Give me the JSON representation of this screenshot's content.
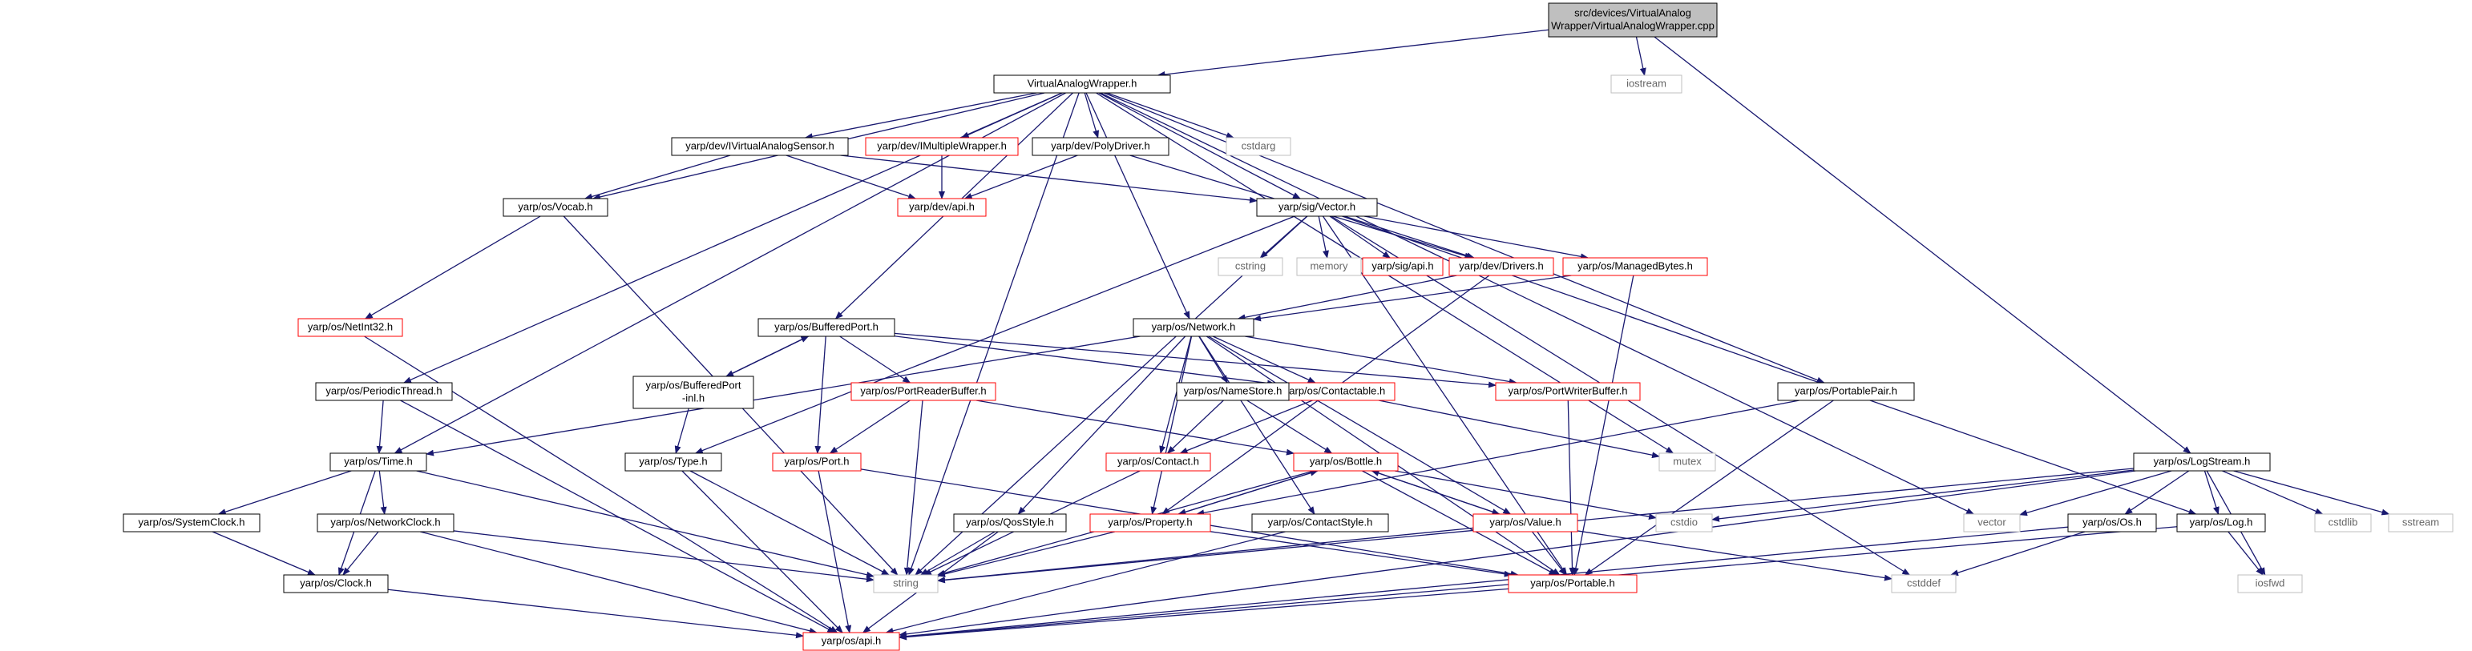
{
  "nodes": [
    {
      "id": "root",
      "lines": [
        "src/devices/VirtualAnalog",
        "Wrapper/VirtualAnalogWrapper.cpp"
      ],
      "kind": "root"
    },
    {
      "id": "vaw",
      "lines": [
        "VirtualAnalogWrapper.h"
      ],
      "kind": "ok"
    },
    {
      "id": "iostream",
      "lines": [
        "iostream"
      ],
      "kind": "sys"
    },
    {
      "id": "logstream",
      "lines": [
        "yarp/os/LogStream.h"
      ],
      "kind": "ok"
    },
    {
      "id": "ivas",
      "lines": [
        "yarp/dev/IVirtualAnalogSensor.h"
      ],
      "kind": "ok"
    },
    {
      "id": "imw",
      "lines": [
        "yarp/dev/IMultipleWrapper.h"
      ],
      "kind": "bad"
    },
    {
      "id": "polydriver",
      "lines": [
        "yarp/dev/PolyDriver.h"
      ],
      "kind": "ok"
    },
    {
      "id": "cstdarg",
      "lines": [
        "cstdarg"
      ],
      "kind": "sys"
    },
    {
      "id": "vocab",
      "lines": [
        "yarp/os/Vocab.h"
      ],
      "kind": "ok"
    },
    {
      "id": "devapi",
      "lines": [
        "yarp/dev/api.h"
      ],
      "kind": "bad"
    },
    {
      "id": "vector_h",
      "lines": [
        "yarp/sig/Vector.h"
      ],
      "kind": "ok"
    },
    {
      "id": "cstring",
      "lines": [
        "cstring"
      ],
      "kind": "sys"
    },
    {
      "id": "memory",
      "lines": [
        "memory"
      ],
      "kind": "sys"
    },
    {
      "id": "sigapi",
      "lines": [
        "yarp/sig/api.h"
      ],
      "kind": "bad"
    },
    {
      "id": "drivers",
      "lines": [
        "yarp/dev/Drivers.h"
      ],
      "kind": "bad"
    },
    {
      "id": "managedbytes",
      "lines": [
        "yarp/os/ManagedBytes.h"
      ],
      "kind": "bad"
    },
    {
      "id": "netint32",
      "lines": [
        "yarp/os/NetInt32.h"
      ],
      "kind": "bad"
    },
    {
      "id": "bufferedport",
      "lines": [
        "yarp/os/BufferedPort.h"
      ],
      "kind": "ok"
    },
    {
      "id": "network",
      "lines": [
        "yarp/os/Network.h"
      ],
      "kind": "ok"
    },
    {
      "id": "periodicthread",
      "lines": [
        "yarp/os/PeriodicThread.h"
      ],
      "kind": "ok"
    },
    {
      "id": "bpinl",
      "lines": [
        "yarp/os/BufferedPort",
        "-inl.h"
      ],
      "kind": "ok"
    },
    {
      "id": "portreaderbuffer",
      "lines": [
        "yarp/os/PortReaderBuffer.h"
      ],
      "kind": "bad"
    },
    {
      "id": "contactable",
      "lines": [
        "yarp/os/Contactable.h"
      ],
      "kind": "bad"
    },
    {
      "id": "nameStore",
      "lines": [
        "yarp/os/NameStore.h"
      ],
      "kind": "ok"
    },
    {
      "id": "portwriterbuffer",
      "lines": [
        "yarp/os/PortWriterBuffer.h"
      ],
      "kind": "bad"
    },
    {
      "id": "portablepair",
      "lines": [
        "yarp/os/PortablePair.h"
      ],
      "kind": "ok"
    },
    {
      "id": "time",
      "lines": [
        "yarp/os/Time.h"
      ],
      "kind": "ok"
    },
    {
      "id": "type",
      "lines": [
        "yarp/os/Type.h"
      ],
      "kind": "ok"
    },
    {
      "id": "port",
      "lines": [
        "yarp/os/Port.h"
      ],
      "kind": "bad"
    },
    {
      "id": "contact",
      "lines": [
        "yarp/os/Contact.h"
      ],
      "kind": "bad"
    },
    {
      "id": "bottle",
      "lines": [
        "yarp/os/Bottle.h"
      ],
      "kind": "bad"
    },
    {
      "id": "mutex",
      "lines": [
        "mutex"
      ],
      "kind": "sys"
    },
    {
      "id": "systemclock",
      "lines": [
        "yarp/os/SystemClock.h"
      ],
      "kind": "ok"
    },
    {
      "id": "networkclock",
      "lines": [
        "yarp/os/NetworkClock.h"
      ],
      "kind": "ok"
    },
    {
      "id": "qosstyle",
      "lines": [
        "yarp/os/QosStyle.h"
      ],
      "kind": "ok"
    },
    {
      "id": "property",
      "lines": [
        "yarp/os/Property.h"
      ],
      "kind": "bad"
    },
    {
      "id": "contactstyle",
      "lines": [
        "yarp/os/ContactStyle.h"
      ],
      "kind": "ok"
    },
    {
      "id": "value",
      "lines": [
        "yarp/os/Value.h"
      ],
      "kind": "bad"
    },
    {
      "id": "cstdio",
      "lines": [
        "cstdio"
      ],
      "kind": "sys"
    },
    {
      "id": "vector",
      "lines": [
        "vector"
      ],
      "kind": "sys"
    },
    {
      "id": "os",
      "lines": [
        "yarp/os/Os.h"
      ],
      "kind": "ok"
    },
    {
      "id": "log",
      "lines": [
        "yarp/os/Log.h"
      ],
      "kind": "ok"
    },
    {
      "id": "cstdlib",
      "lines": [
        "cstdlib"
      ],
      "kind": "sys"
    },
    {
      "id": "sstream",
      "lines": [
        "sstream"
      ],
      "kind": "sys"
    },
    {
      "id": "clock",
      "lines": [
        "yarp/os/Clock.h"
      ],
      "kind": "ok"
    },
    {
      "id": "string",
      "lines": [
        "string"
      ],
      "kind": "sys"
    },
    {
      "id": "portable",
      "lines": [
        "yarp/os/Portable.h"
      ],
      "kind": "bad"
    },
    {
      "id": "cstddef",
      "lines": [
        "cstddef"
      ],
      "kind": "sys"
    },
    {
      "id": "iosfwd",
      "lines": [
        "iosfwd"
      ],
      "kind": "sys"
    },
    {
      "id": "osapi",
      "lines": [
        "yarp/os/api.h"
      ],
      "kind": "bad"
    }
  ],
  "edges": [
    [
      "root",
      "vaw"
    ],
    [
      "root",
      "iostream"
    ],
    [
      "root",
      "logstream"
    ],
    [
      "vaw",
      "ivas"
    ],
    [
      "vaw",
      "imw"
    ],
    [
      "vaw",
      "polydriver"
    ],
    [
      "vaw",
      "cstdarg"
    ],
    [
      "vaw",
      "vocab"
    ],
    [
      "vaw",
      "vector_h"
    ],
    [
      "vaw",
      "bufferedport"
    ],
    [
      "vaw",
      "network"
    ],
    [
      "vaw",
      "periodicthread"
    ],
    [
      "vaw",
      "time"
    ],
    [
      "vaw",
      "string"
    ],
    [
      "vaw",
      "portablepair"
    ],
    [
      "vaw",
      "mutex"
    ],
    [
      "vaw",
      "vector"
    ],
    [
      "ivas",
      "vocab"
    ],
    [
      "ivas",
      "devapi"
    ],
    [
      "ivas",
      "vector_h"
    ],
    [
      "imw",
      "devapi"
    ],
    [
      "polydriver",
      "devapi"
    ],
    [
      "polydriver",
      "drivers"
    ],
    [
      "vocab",
      "netint32"
    ],
    [
      "vocab",
      "string"
    ],
    [
      "vector_h",
      "cstring"
    ],
    [
      "vector_h",
      "memory"
    ],
    [
      "vector_h",
      "sigapi"
    ],
    [
      "vector_h",
      "drivers"
    ],
    [
      "vector_h",
      "managedbytes"
    ],
    [
      "vector_h",
      "type"
    ],
    [
      "vector_h",
      "string"
    ],
    [
      "vector_h",
      "cstddef"
    ],
    [
      "vector_h",
      "portable"
    ],
    [
      "vector_h",
      "log"
    ],
    [
      "drivers",
      "network"
    ],
    [
      "drivers",
      "property"
    ],
    [
      "managedbytes",
      "network"
    ],
    [
      "managedbytes",
      "portable"
    ],
    [
      "netint32",
      "osapi"
    ],
    [
      "bufferedport",
      "bpinl"
    ],
    [
      "bufferedport",
      "portreaderbuffer"
    ],
    [
      "bufferedport",
      "contactable"
    ],
    [
      "bufferedport",
      "port"
    ],
    [
      "bufferedport",
      "portwriterbuffer"
    ],
    [
      "bpinl",
      "bufferedport"
    ],
    [
      "bpinl",
      "type"
    ],
    [
      "network",
      "time"
    ],
    [
      "network",
      "nameStore"
    ],
    [
      "network",
      "contact"
    ],
    [
      "network",
      "contactable"
    ],
    [
      "network",
      "property"
    ],
    [
      "network",
      "qosstyle"
    ],
    [
      "network",
      "contactstyle"
    ],
    [
      "network",
      "value"
    ],
    [
      "network",
      "portable"
    ],
    [
      "network",
      "portwriterbuffer"
    ],
    [
      "periodicthread",
      "time"
    ],
    [
      "periodicthread",
      "osapi"
    ],
    [
      "portreaderbuffer",
      "port"
    ],
    [
      "portreaderbuffer",
      "bottle"
    ],
    [
      "portreaderbuffer",
      "string"
    ],
    [
      "contactable",
      "contact"
    ],
    [
      "contactable",
      "mutex"
    ],
    [
      "nameStore",
      "contact"
    ],
    [
      "nameStore",
      "bottle"
    ],
    [
      "portwriterbuffer",
      "portable"
    ],
    [
      "portablepair",
      "property"
    ],
    [
      "portablepair",
      "portable"
    ],
    [
      "time",
      "systemclock"
    ],
    [
      "time",
      "networkclock"
    ],
    [
      "time",
      "clock"
    ],
    [
      "time",
      "string"
    ],
    [
      "type",
      "string"
    ],
    [
      "type",
      "osapi"
    ],
    [
      "port",
      "osapi"
    ],
    [
      "port",
      "portable"
    ],
    [
      "contact",
      "string"
    ],
    [
      "bottle",
      "property"
    ],
    [
      "bottle",
      "value"
    ],
    [
      "bottle",
      "string"
    ],
    [
      "bottle",
      "portable"
    ],
    [
      "bottle",
      "cstdio"
    ],
    [
      "systemclock",
      "clock"
    ],
    [
      "networkclock",
      "clock"
    ],
    [
      "networkclock",
      "string"
    ],
    [
      "networkclock",
      "osapi"
    ],
    [
      "qosstyle",
      "string"
    ],
    [
      "qosstyle",
      "osapi"
    ],
    [
      "property",
      "bottle"
    ],
    [
      "property",
      "string"
    ],
    [
      "property",
      "portable"
    ],
    [
      "contactstyle",
      "osapi"
    ],
    [
      "value",
      "bottle"
    ],
    [
      "value",
      "string"
    ],
    [
      "value",
      "portable"
    ],
    [
      "value",
      "cstddef"
    ],
    [
      "logstream",
      "cstdio"
    ],
    [
      "logstream",
      "vector"
    ],
    [
      "logstream",
      "os"
    ],
    [
      "logstream",
      "log"
    ],
    [
      "logstream",
      "cstdlib"
    ],
    [
      "logstream",
      "sstream"
    ],
    [
      "logstream",
      "string"
    ],
    [
      "logstream",
      "iosfwd"
    ],
    [
      "logstream",
      "osapi"
    ],
    [
      "os",
      "cstddef"
    ],
    [
      "os",
      "osapi"
    ],
    [
      "log",
      "iosfwd"
    ],
    [
      "log",
      "osapi"
    ],
    [
      "clock",
      "osapi"
    ],
    [
      "portable",
      "osapi"
    ]
  ],
  "colors": {
    "edge": "#191970",
    "edge_light": "#b0b0b0",
    "node_border_ok": "#000000",
    "node_border_bad": "#ff0000",
    "node_border_sys": "#bfbfbf",
    "root_fill": "#bfbfbf"
  }
}
